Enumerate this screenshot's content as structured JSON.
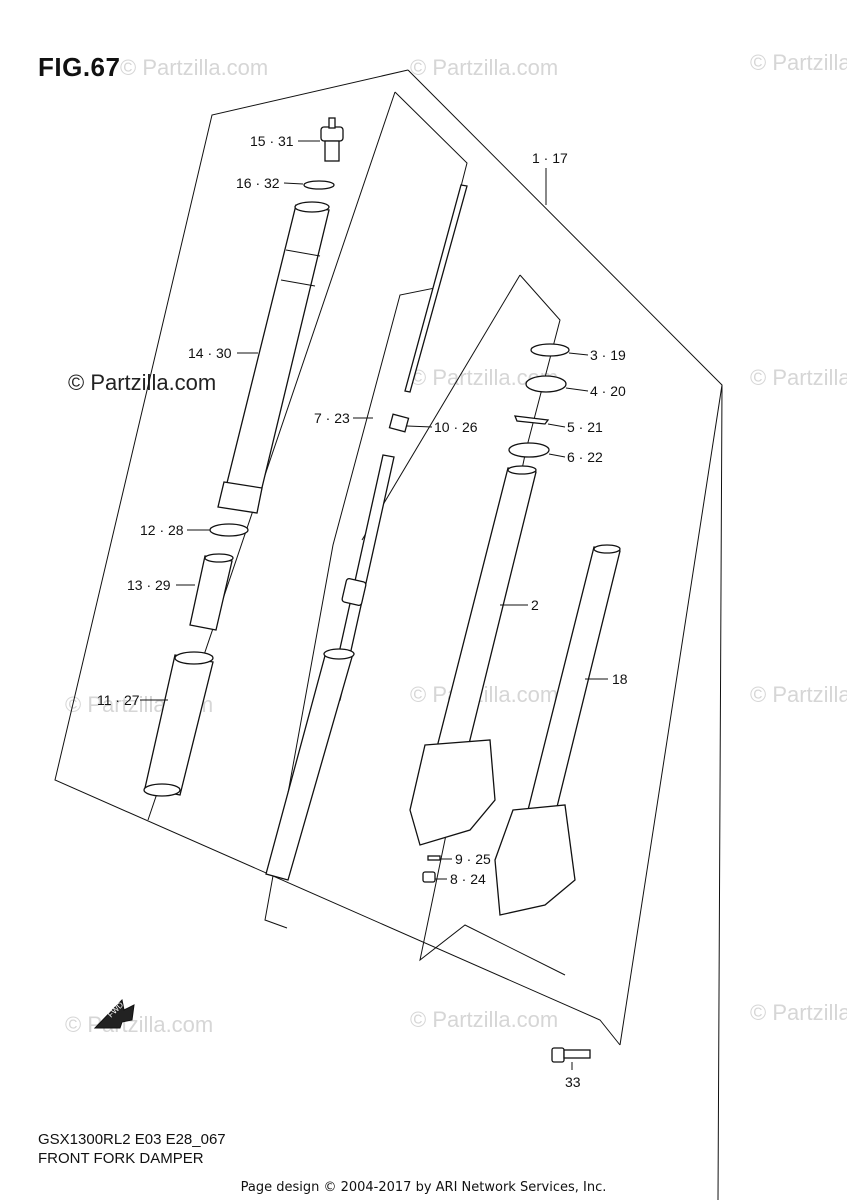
{
  "figure_title": "FIG.67",
  "model_code": "GSX1300RL2 E03 E28_067",
  "section_title": "FRONT FORK DAMPER",
  "footer": "Page design © 2004-2017 by ARI Network Services, Inc.",
  "watermark": "© Partzilla.com",
  "fwd_label": "FWD",
  "callouts": {
    "c15_31": "15 · 31",
    "c16_32": "16 · 32",
    "c1_17": "1 · 17",
    "c14_30": "14 · 30",
    "c3_19": "3 · 19",
    "c4_20": "4 · 20",
    "c7_23": "7 · 23",
    "c10_26": "10 · 26",
    "c5_21": "5 · 21",
    "c6_22": "6 · 22",
    "c12_28": "12 · 28",
    "c13_29": "13 · 29",
    "c2": "2",
    "c18": "18",
    "c11_27": "11 · 27",
    "c9_25": "9 · 25",
    "c8_24": "8 · 24",
    "c33": "33"
  }
}
